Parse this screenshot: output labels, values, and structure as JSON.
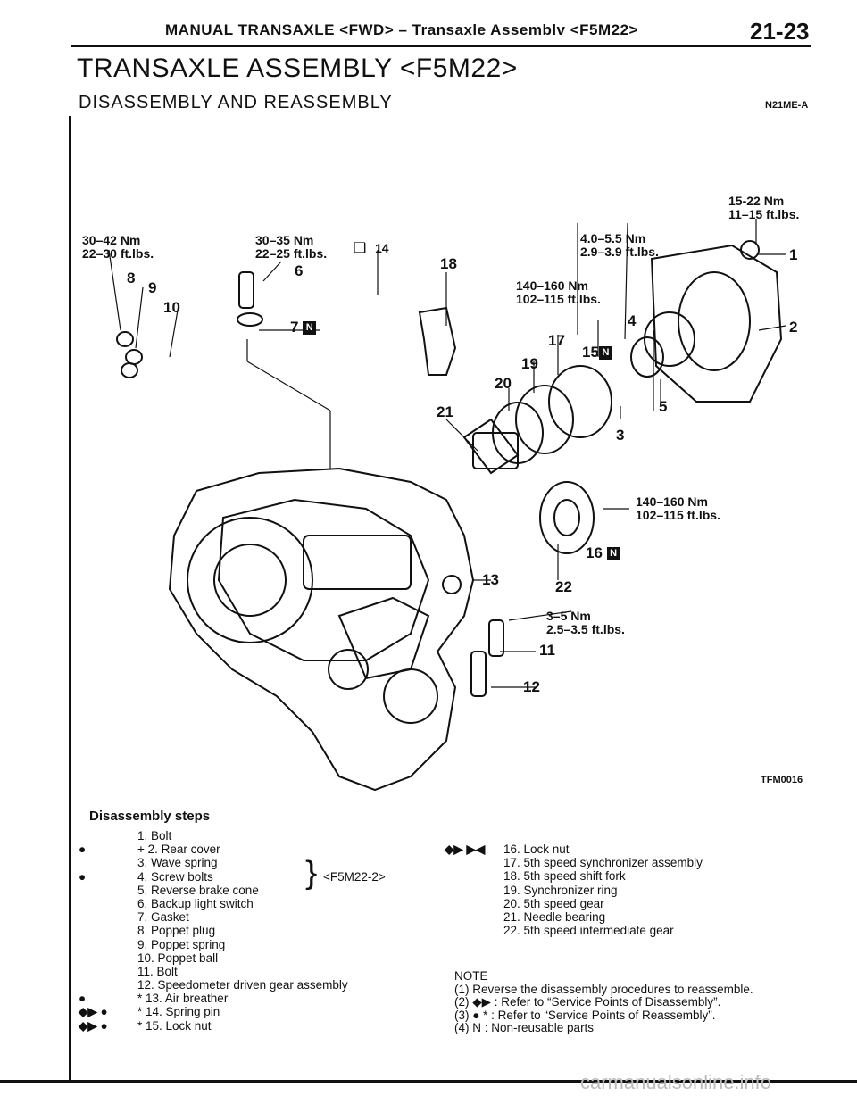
{
  "header": {
    "text": "MANUAL TRANSAXLE <FWD> – Transaxle Assemblv <F5M22>",
    "page_number": "21-23"
  },
  "title": "TRANSAXLE ASSEMBLY <F5M22>",
  "subtitle": "DISASSEMBLY AND REASSEMBLY",
  "ref_code": "N21ME-A",
  "figure": {
    "id": "TFM0016",
    "torques": [
      {
        "nm": "30–42 Nm",
        "ftlbs": "22–30 ft.lbs."
      },
      {
        "nm": "30–35 Nm",
        "ftlbs": "22–25 ft.lbs."
      },
      {
        "nm": "4.0–5.5 Nm",
        "ftlbs": "2.9–3.9 ft.lbs."
      },
      {
        "nm": "15-22 Nm",
        "ftlbs": "11–15 ft.lbs."
      },
      {
        "nm": "140–160 Nm",
        "ftlbs": "102–115 ft.lbs."
      },
      {
        "nm": "140–160 Nm",
        "ftlbs": "102–115 ft.lbs."
      },
      {
        "nm": "3–5 Nm",
        "ftlbs": "2.5–3.5 ft.lbs."
      }
    ],
    "callouts": [
      "1",
      "2",
      "3",
      "4",
      "5",
      "6",
      "7",
      "8",
      "9",
      "10",
      "11",
      "12",
      "13",
      "14",
      "15",
      "16",
      "17",
      "18",
      "19",
      "20",
      "21",
      "22"
    ],
    "n_mark": "N",
    "box_mark": "❑"
  },
  "steps_title": "Disassembly steps",
  "steps_left": [
    {
      "marker": "",
      "text": "1. Bolt"
    },
    {
      "marker": "●",
      "text": "+ 2. Rear cover"
    },
    {
      "marker": "",
      "text": "3. Wave spring"
    },
    {
      "marker": "●",
      "text": "4. Screw bolts"
    },
    {
      "marker": "",
      "text": "5. Reverse brake cone"
    },
    {
      "marker": "",
      "text": "6. Backup light switch"
    },
    {
      "marker": "",
      "text": "7. Gasket"
    },
    {
      "marker": "",
      "text": "8. Poppet plug"
    },
    {
      "marker": "",
      "text": "9. Poppet spring"
    },
    {
      "marker": "",
      "text": "10. Poppet ball"
    },
    {
      "marker": "",
      "text": "11. Bolt"
    },
    {
      "marker": "",
      "text": "12. Speedometer driven gear assembly"
    },
    {
      "marker": "●",
      "text": "* 13. Air breather"
    },
    {
      "marker": "◆▶ ●",
      "text": "* 14. Spring pin"
    },
    {
      "marker": "◆▶ ●",
      "text": "* 15. Lock nut"
    }
  ],
  "brace_label": "<F5M22-2>",
  "steps_right": [
    {
      "marker": "◆▶ ▶◀",
      "text": "16. Lock nut"
    },
    {
      "marker": "",
      "text": "17. 5th speed synchronizer assembly"
    },
    {
      "marker": "",
      "text": "18. 5th speed shift fork"
    },
    {
      "marker": "",
      "text": "19. Synchronizer ring"
    },
    {
      "marker": "",
      "text": "20. 5th speed gear"
    },
    {
      "marker": "",
      "text": "21. Needle bearing"
    },
    {
      "marker": "",
      "text": "22. 5th speed intermediate gear"
    }
  ],
  "note": {
    "heading": "NOTE",
    "lines": [
      "(1) Reverse the disassembly procedures to reassemble.",
      "(2) ◆▶ : Refer to “Service Points of Disassembly”.",
      "(3) ● * : Refer to “Service Points of Reassembly”.",
      "(4) N : Non-reusable parts"
    ]
  },
  "watermark": "carmanualsonline.info"
}
